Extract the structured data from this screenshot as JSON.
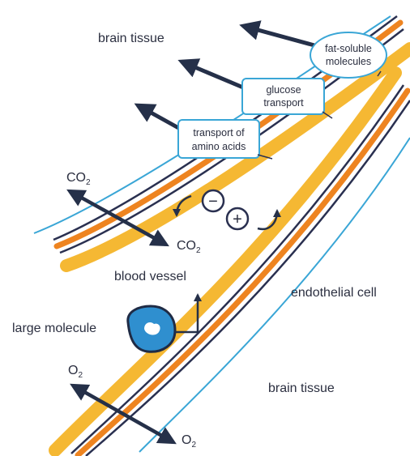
{
  "labels": {
    "brain_tissue_top": "brain tissue",
    "brain_tissue_bottom": "brain tissue",
    "blood_vessel": "blood vessel",
    "endothelial_cell": "endothelial cell",
    "large_molecule": "large molecule",
    "minus_sign": "−",
    "plus_sign": "+"
  },
  "transport_boxes": {
    "fat_soluble": {
      "line1": "fat-soluble",
      "line2": "molecules"
    },
    "glucose": {
      "line1": "glucose",
      "line2": "transport"
    },
    "amino_acids": {
      "line1": "transport of",
      "line2": "amino acids"
    }
  },
  "gases": {
    "co2_top": {
      "base": "CO",
      "sub": "2"
    },
    "co2_bottom": {
      "base": "CO",
      "sub": "2"
    },
    "o2_top": {
      "base": "O",
      "sub": "2"
    },
    "o2_bottom": {
      "base": "O",
      "sub": "2"
    }
  },
  "colors": {
    "vessel_yellow": "#f5b833",
    "vessel_orange": "#ee8420",
    "membrane_navy": "#2a3050",
    "outline_blue": "#3aa6d6",
    "molecule_blue": "#2f8fcf",
    "arrow_navy": "#253049"
  }
}
